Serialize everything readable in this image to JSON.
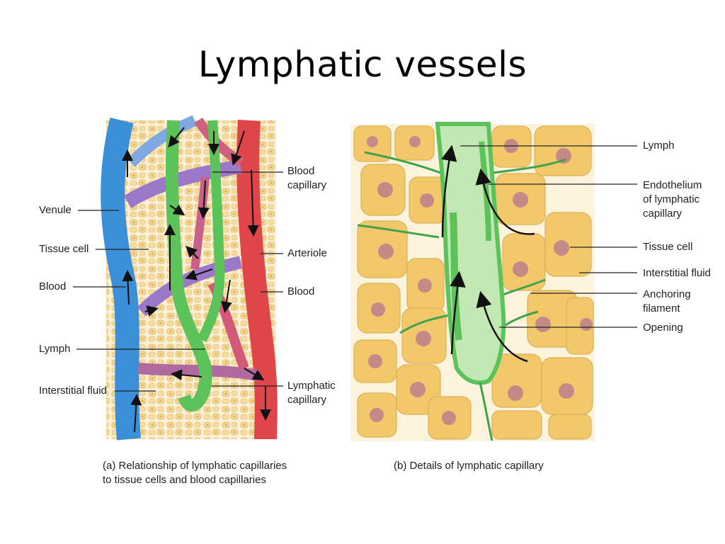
{
  "slide": {
    "title": "Lymphatic vessels"
  },
  "panel_a": {
    "labels": {
      "venule": "Venule",
      "tissue_cell": "Tissue cell",
      "blood_left": "Blood",
      "lymph": "Lymph",
      "interstitial_fluid": "Interstitial fluid",
      "blood_capillary": "Blood\ncapillary",
      "arteriole": "Arteriole",
      "blood_right": "Blood",
      "lymphatic_capillary": "Lymphatic\ncapillary"
    },
    "caption": "(a) Relationship of lymphatic capillaries\n to tissue cells and blood capillaries"
  },
  "panel_b": {
    "labels": {
      "lymph": "Lymph",
      "endothelium": "Endothelium\nof lymphatic\ncapillary",
      "tissue_cell": "Tissue cell",
      "interstitial_fluid": "Interstitial fluid",
      "anchoring_filament": "Anchoring\nfilament",
      "opening": "Opening"
    },
    "caption": "(b) Details of lymphatic capillary"
  },
  "colors": {
    "vein": "#3a8fd8",
    "artery": "#e0454a",
    "capillary_purple": "#9b78c8",
    "lymph_green": "#5cc25a",
    "lymph_light": "#c4e8b4",
    "tissue_bg": "#f6e2b0",
    "cell_fill": "#f2c86a",
    "nucleus": "#c48a86"
  }
}
